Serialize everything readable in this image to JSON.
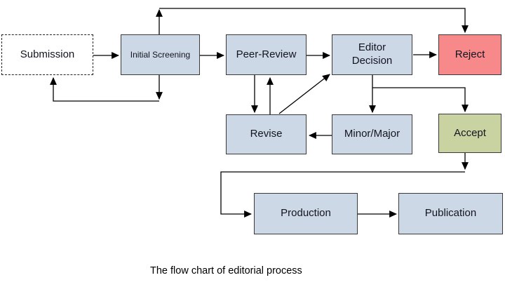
{
  "diagram": {
    "caption": "The flow chart of editorial process",
    "nodes": {
      "submission": {
        "label": "Submission"
      },
      "initial_screening": {
        "label": "Initial Screening"
      },
      "peer_review": {
        "label": "Peer-Review"
      },
      "editor_decision": {
        "label": "Editor Decision"
      },
      "reject": {
        "label": "Reject"
      },
      "revise": {
        "label": "Revise"
      },
      "minor_major": {
        "label": "Minor/Major"
      },
      "accept": {
        "label": "Accept"
      },
      "production": {
        "label": "Production"
      },
      "publication": {
        "label": "Publication"
      }
    },
    "edges": [
      {
        "from": "submission",
        "to": "initial_screening"
      },
      {
        "from": "initial_screening",
        "to": "peer_review"
      },
      {
        "from": "initial_screening",
        "to": "submission",
        "note": "loop back below"
      },
      {
        "from": "initial_screening",
        "to": "reject",
        "note": "via top connector"
      },
      {
        "from": "peer_review",
        "to": "editor_decision"
      },
      {
        "from": "peer_review",
        "to": "revise"
      },
      {
        "from": "revise",
        "to": "peer_review"
      },
      {
        "from": "revise",
        "to": "editor_decision",
        "note": "diagonal"
      },
      {
        "from": "editor_decision",
        "to": "reject"
      },
      {
        "from": "editor_decision",
        "to": "minor_major"
      },
      {
        "from": "editor_decision",
        "to": "accept",
        "note": "branch right then down"
      },
      {
        "from": "minor_major",
        "to": "revise"
      },
      {
        "from": "accept",
        "to": "production",
        "note": "down, left, down, right"
      },
      {
        "from": "production",
        "to": "publication"
      }
    ],
    "colors": {
      "process_fill": "#cdd8e6",
      "reject_fill": "#f8898b",
      "accept_fill": "#c9d3a2",
      "submission_fill": "#ffffff",
      "border": "#3a3a3a",
      "arrow": "#000000",
      "text": "#121420",
      "caption": "#000000",
      "bg": "#ffffff"
    }
  }
}
